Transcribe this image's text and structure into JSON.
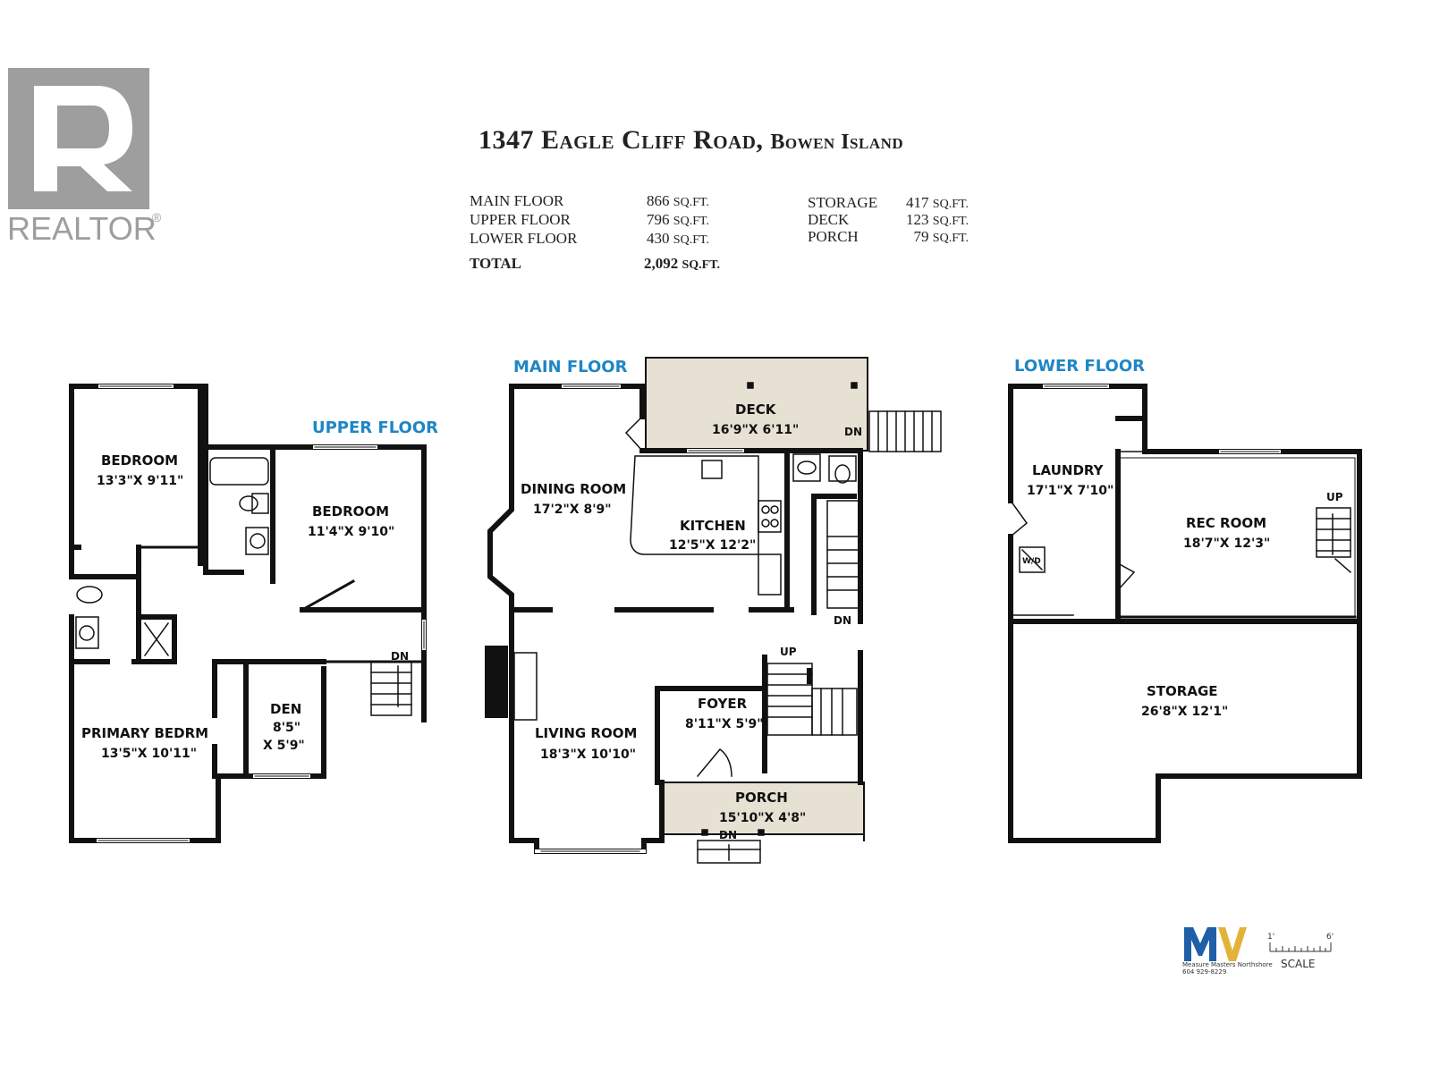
{
  "brand": {
    "realtor_text": "REALTOR",
    "registered": "®",
    "logo_color": "#9e9e9e"
  },
  "header": {
    "address": "1347 Eagle Cliff Road,",
    "city": "Bowen Island"
  },
  "areas_left": [
    {
      "label": "MAIN FLOOR",
      "value": "866",
      "unit": "SQ.FT."
    },
    {
      "label": "UPPER FLOOR",
      "value": "796",
      "unit": "SQ.FT."
    },
    {
      "label": "LOWER FLOOR",
      "value": "430",
      "unit": "SQ.FT."
    },
    {
      "label": "TOTAL",
      "value": "2,092",
      "unit": "SQ.FT."
    }
  ],
  "areas_right": [
    {
      "label": "STORAGE",
      "value": "417",
      "unit": "SQ.FT."
    },
    {
      "label": "DECK",
      "value": "123",
      "unit": "SQ.FT."
    },
    {
      "label": "PORCH",
      "value": "79",
      "unit": "SQ.FT."
    }
  ],
  "floors": {
    "upper": "UPPER FLOOR",
    "main": "MAIN FLOOR",
    "lower": "LOWER FLOOR"
  },
  "rooms": {
    "upper_bedroom1": {
      "name": "BEDROOM",
      "dims": "13'3\"X 9'11\""
    },
    "upper_bedroom2": {
      "name": "BEDROOM",
      "dims": "11'4\"X 9'10\""
    },
    "primary_bedroom": {
      "name": "PRIMARY BEDRM",
      "dims": "13'5\"X 10'11\""
    },
    "den": {
      "name": "DEN",
      "dims1": "8'5\"",
      "dims2": "X 5'9\""
    },
    "deck": {
      "name": "DECK",
      "dims": "16'9\"X 6'11\""
    },
    "dining": {
      "name": "DINING ROOM",
      "dims": "17'2\"X 8'9\""
    },
    "kitchen": {
      "name": "KITCHEN",
      "dims": "12'5\"X 12'2\""
    },
    "living": {
      "name": "LIVING ROOM",
      "dims": "18'3\"X 10'10\""
    },
    "foyer": {
      "name": "FOYER",
      "dims": "8'11\"X 5'9\""
    },
    "porch": {
      "name": "PORCH",
      "dims": "15'10\"X 4'8\""
    },
    "laundry": {
      "name": "LAUNDRY",
      "dims": "17'1\"X 7'10\""
    },
    "rec": {
      "name": "REC ROOM",
      "dims": "18'7\"X 12'3\""
    },
    "storage": {
      "name": "STORAGE",
      "dims": "26'8\"X 12'1\""
    }
  },
  "stair_labels": {
    "dn": "DN",
    "up": "UP",
    "wd": "W/D"
  },
  "credit": {
    "line1": "Measure Masters Northshore",
    "line2": "604 929-8229"
  },
  "scale": {
    "start": "1'",
    "end": "6'",
    "label": "SCALE"
  },
  "colors": {
    "wall": "#111111",
    "deck_fill": "#e6e1d3",
    "floor_label": "#1f86c4",
    "mm_blue": "#1f5fa8",
    "mm_gold": "#e2b33a"
  }
}
